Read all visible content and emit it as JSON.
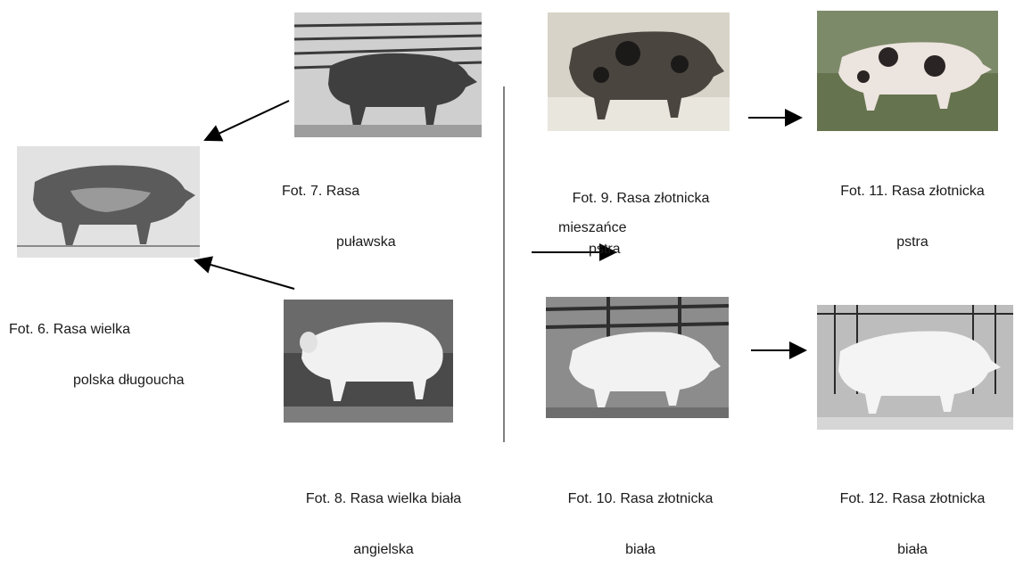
{
  "captions": {
    "fot6": {
      "line1": "Fot. 6. Rasa wielka",
      "line2": "polska długoucha"
    },
    "fot7": {
      "line1": "Fot. 7. Rasa",
      "line2": "puławska"
    },
    "fot8": {
      "line1": "Fot. 8. Rasa wielka biała",
      "line2": "angielska"
    },
    "fot9": {
      "line1": "Fot. 9. Rasa złotnicka",
      "line2": "pstra"
    },
    "fot10": {
      "line1": "Fot. 10. Rasa złotnicka",
      "line2": "biała"
    },
    "fot11": {
      "line1": "Fot. 11. Rasa złotnicka",
      "line2": "pstra"
    },
    "fot12": {
      "line1": "Fot. 12. Rasa złotnicka",
      "line2": "biała"
    }
  },
  "crossbreed_label": "mieszańce",
  "colors": {
    "arrow": "#000000",
    "divider": "#000000",
    "caption_text": "#1a1a1a"
  },
  "photos": {
    "fot6": "pig photo, wielka polska długoucha, grey engraving",
    "fot7": "pig photo, puławska, black and white",
    "fot8": "pig photo, wielka biała angielska, black and white",
    "fot9": "pig photo, złotnicka pstra, sepia",
    "fot10": "pig photo, złotnicka biała, black and white",
    "fot11": "pig photo, złotnicka pstra, color in grass",
    "fot12": "pig photo, złotnicka biała, black and white"
  }
}
